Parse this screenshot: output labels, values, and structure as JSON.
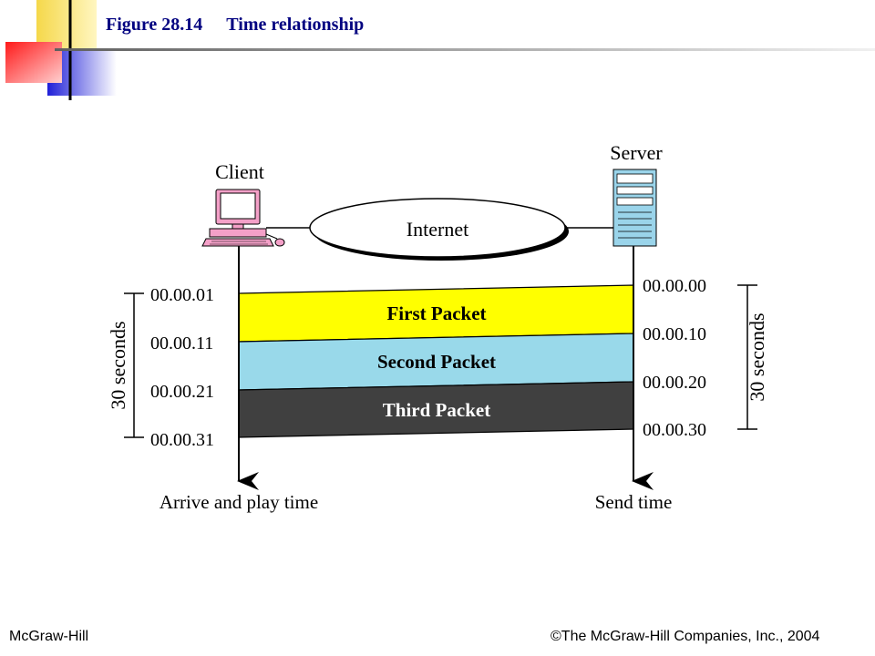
{
  "header": {
    "figure_number": "Figure 28.14",
    "figure_title": "Time relationship"
  },
  "diagram": {
    "client_label": "Client",
    "server_label": "Server",
    "network_label": "Internet",
    "packets": [
      "First Packet",
      "Second Packet",
      "Third Packet"
    ],
    "client_times": [
      "00.00.01",
      "00.00.11",
      "00.00.21",
      "00.00.31"
    ],
    "server_times": [
      "00.00.00",
      "00.00.10",
      "00.00.20",
      "00.00.30"
    ],
    "left_interval": "30 seconds",
    "right_interval": "30 seconds",
    "client_axis_label": "Arrive and play time",
    "server_axis_label": "Send time"
  },
  "footer": {
    "publisher": "McGraw-Hill",
    "copyright": "©The McGraw-Hill Companies, Inc., 2004"
  },
  "colors": {
    "title": "#000080",
    "first_packet": "#ffff00",
    "second_packet": "#99d9ea",
    "third_packet": "#404040",
    "deco_red": "#ff2020",
    "deco_blue": "#3030e0",
    "deco_yellow": "#f8e060"
  }
}
